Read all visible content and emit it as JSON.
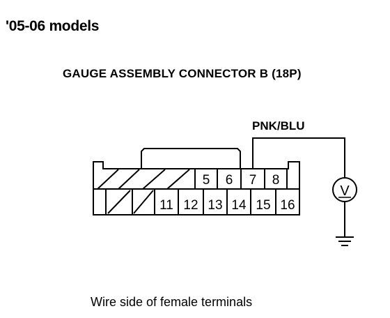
{
  "models_label": "'05-06 models",
  "heading": "GAUGE ASSEMBLY CONNECTOR B (18P)",
  "wire_color": "PNK/BLU",
  "caption": "Wire side of female terminals",
  "connector": {
    "top_row": [
      "5",
      "6",
      "7",
      "8"
    ],
    "bottom_row": [
      "11",
      "12",
      "13",
      "14",
      "15",
      "16"
    ]
  },
  "meter_symbol": "V"
}
